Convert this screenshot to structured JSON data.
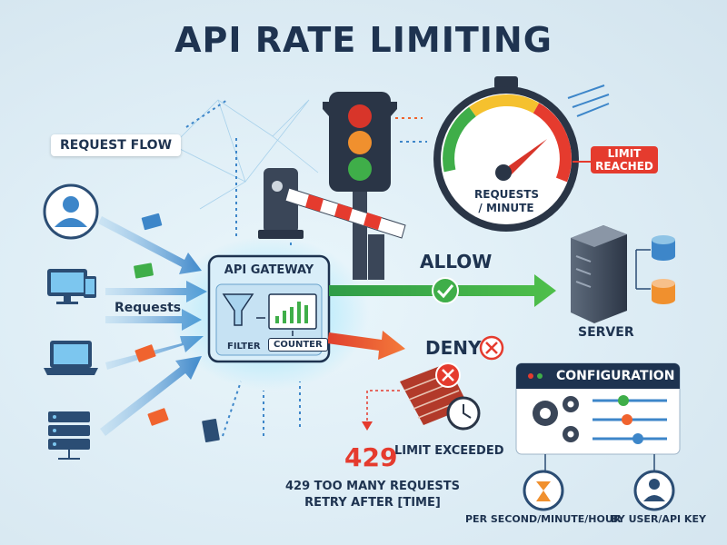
{
  "title": "API RATE LIMITING",
  "request_flow_label": "REQUEST FLOW",
  "requests_label": "Requests",
  "gateway": {
    "title": "API GATEWAY",
    "filter_label": "FILTER",
    "counter_label": "COUNTER"
  },
  "gauge": {
    "label_line1": "REQUESTS",
    "label_line2": "/ MINUTE",
    "limit_line1": "LIMIT",
    "limit_line2": "REACHED"
  },
  "allow_label": "ALLOW",
  "deny_label": "DENY",
  "server_label": "SERVER",
  "limit_exceeded_label": "LIMIT EXCEEDED",
  "error": {
    "code": "429",
    "message_line1": "429 TOO MANY REQUESTS",
    "message_line2": "RETRY AFTER [TIME]"
  },
  "configuration": {
    "title": "CONFIGURATION",
    "per_time_label": "PER SECOND/MINUTE/HOUR",
    "by_user_label": "BY USER/API KEY"
  },
  "colors": {
    "navy": "#1e3350",
    "allow_green": "#3fae49",
    "deny_red": "#e53b2e",
    "arrow_blue": "#3d86c9",
    "deny_orange": "#f0632e"
  }
}
